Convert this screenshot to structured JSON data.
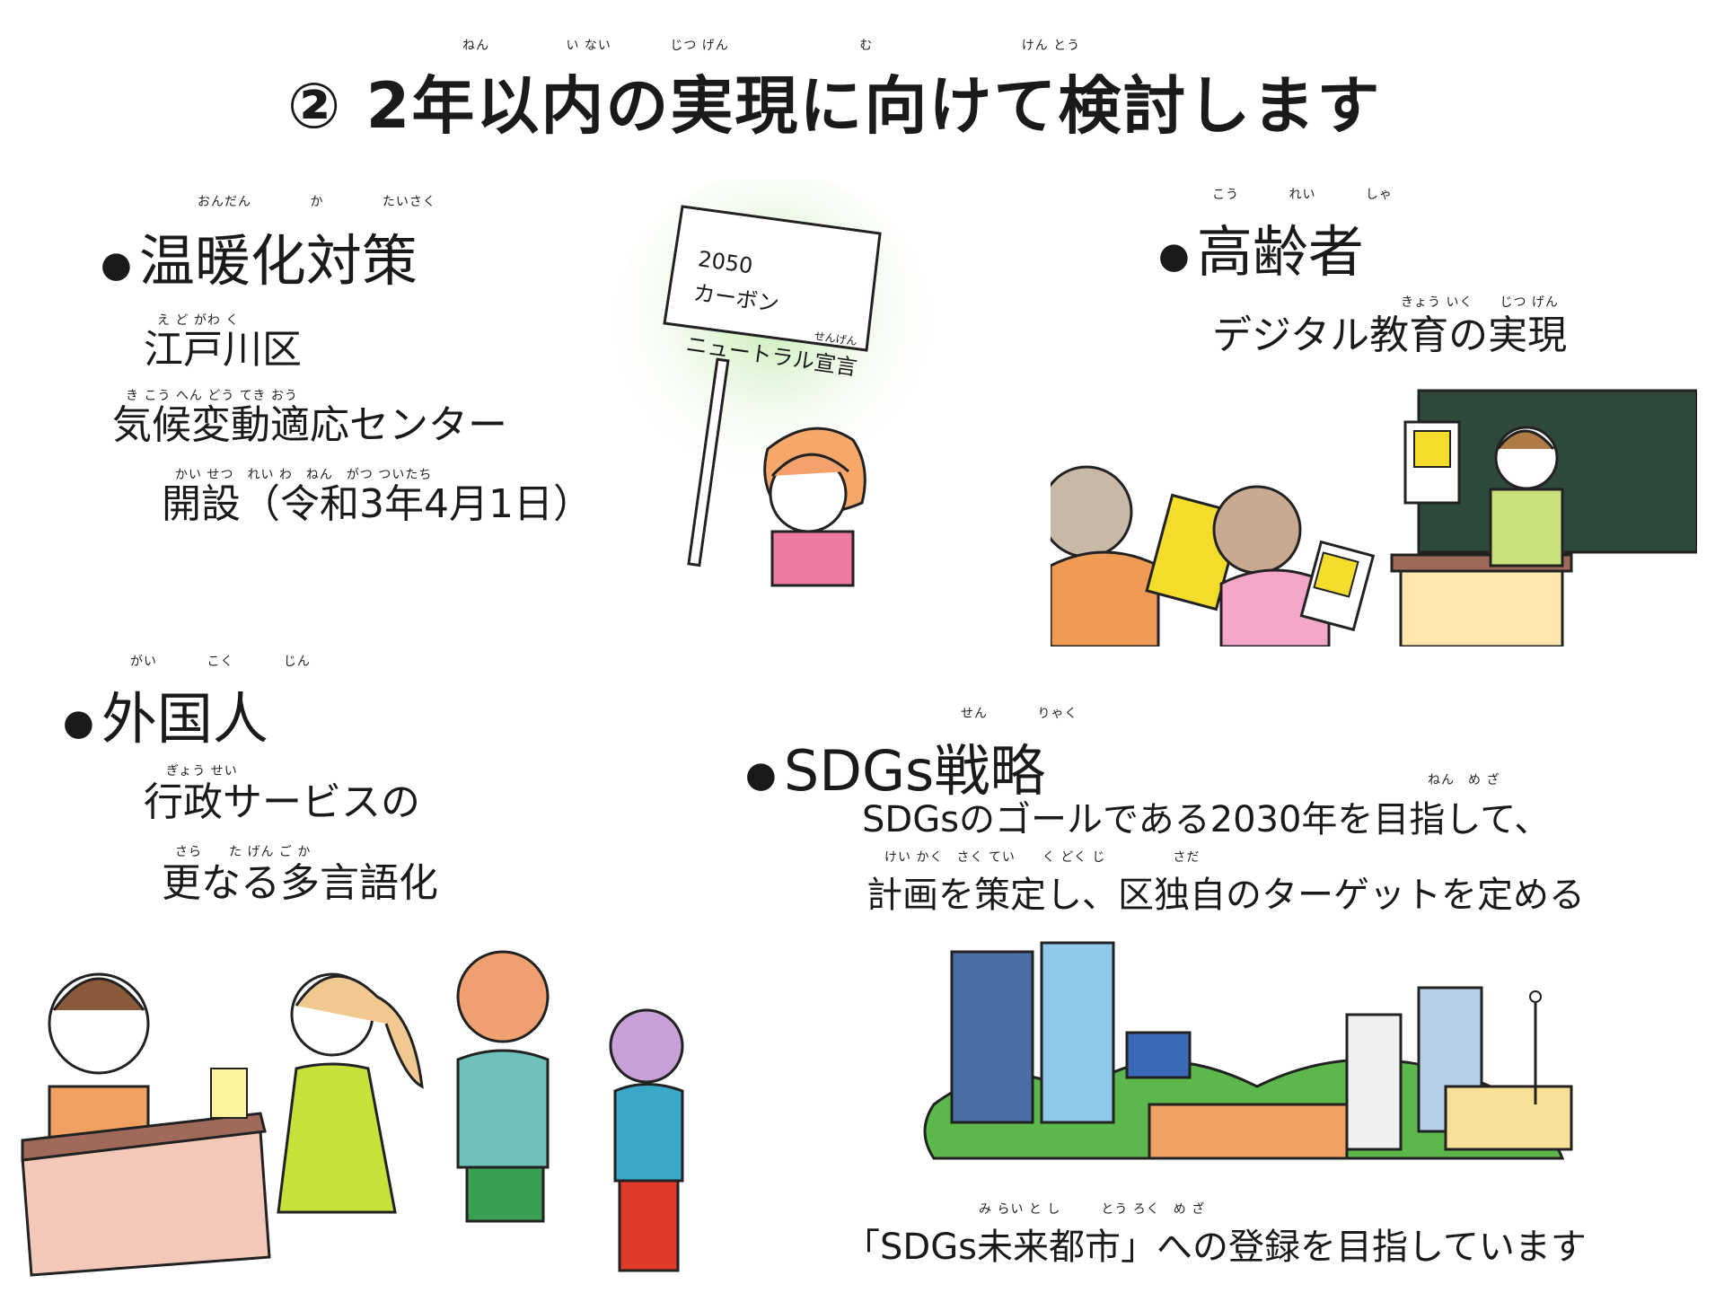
{
  "title": {
    "text": "② 2年以内の実現に向けて検討します",
    "ruby": [
      "ねん",
      "い ない",
      "じつ げん",
      "む",
      "けん とう"
    ]
  },
  "sections": {
    "warming": {
      "heading": "温暖化対策",
      "heading_ruby": [
        "おんだん",
        "か",
        "たいさく"
      ],
      "line1": "江戸川区",
      "line1_ruby": "え ど がわ く",
      "line2": "気候変動適応センター",
      "line2_ruby": "き こう へん どう てき おう",
      "line3": "開設（令和3年4月1日）",
      "line3_ruby": "かい せつ　れい わ　ねん　がつ ついたち",
      "sign_line1": "2050",
      "sign_line2": "カーボン",
      "sign_line3": "ニュートラル宣言",
      "sign_ruby": "せんげん"
    },
    "elderly": {
      "heading": "高齢者",
      "heading_ruby": [
        "こう",
        "れい",
        "しゃ"
      ],
      "line1": "デジタル教育の実現",
      "line1_ruby": "きょう いく　　じつ げん"
    },
    "foreigners": {
      "heading": "外国人",
      "heading_ruby": [
        "がい",
        "こく",
        "じん"
      ],
      "line1": "行政サービスの",
      "line1_ruby": "ぎょう せい",
      "line2": "更なる多言語化",
      "line2_ruby": "さら　　た げん ご か"
    },
    "sdgs": {
      "heading": "SDGs戦略",
      "heading_ruby": [
        "せん",
        "りゃく"
      ],
      "line1": "SDGsのゴールである2030年を目指して、",
      "line1_ruby": "ねん　め ざ",
      "line2": "計画を策定し、区独自のターゲットを定める",
      "line2_ruby": "けい かく　さく てい　　く どく じ　　　　　さだ",
      "footer": "「SDGs未来都市」への登録を目指しています",
      "footer_ruby": "み らい と し　　　とう ろく　め ざ"
    }
  },
  "colors": {
    "text": "#1a1a1a",
    "green_glow": "#b8e6a0",
    "building_blue": "#4a6fa5",
    "tree_green": "#5cb84a",
    "counter": "#a06a5a",
    "blackboard": "#2f4a3a"
  }
}
